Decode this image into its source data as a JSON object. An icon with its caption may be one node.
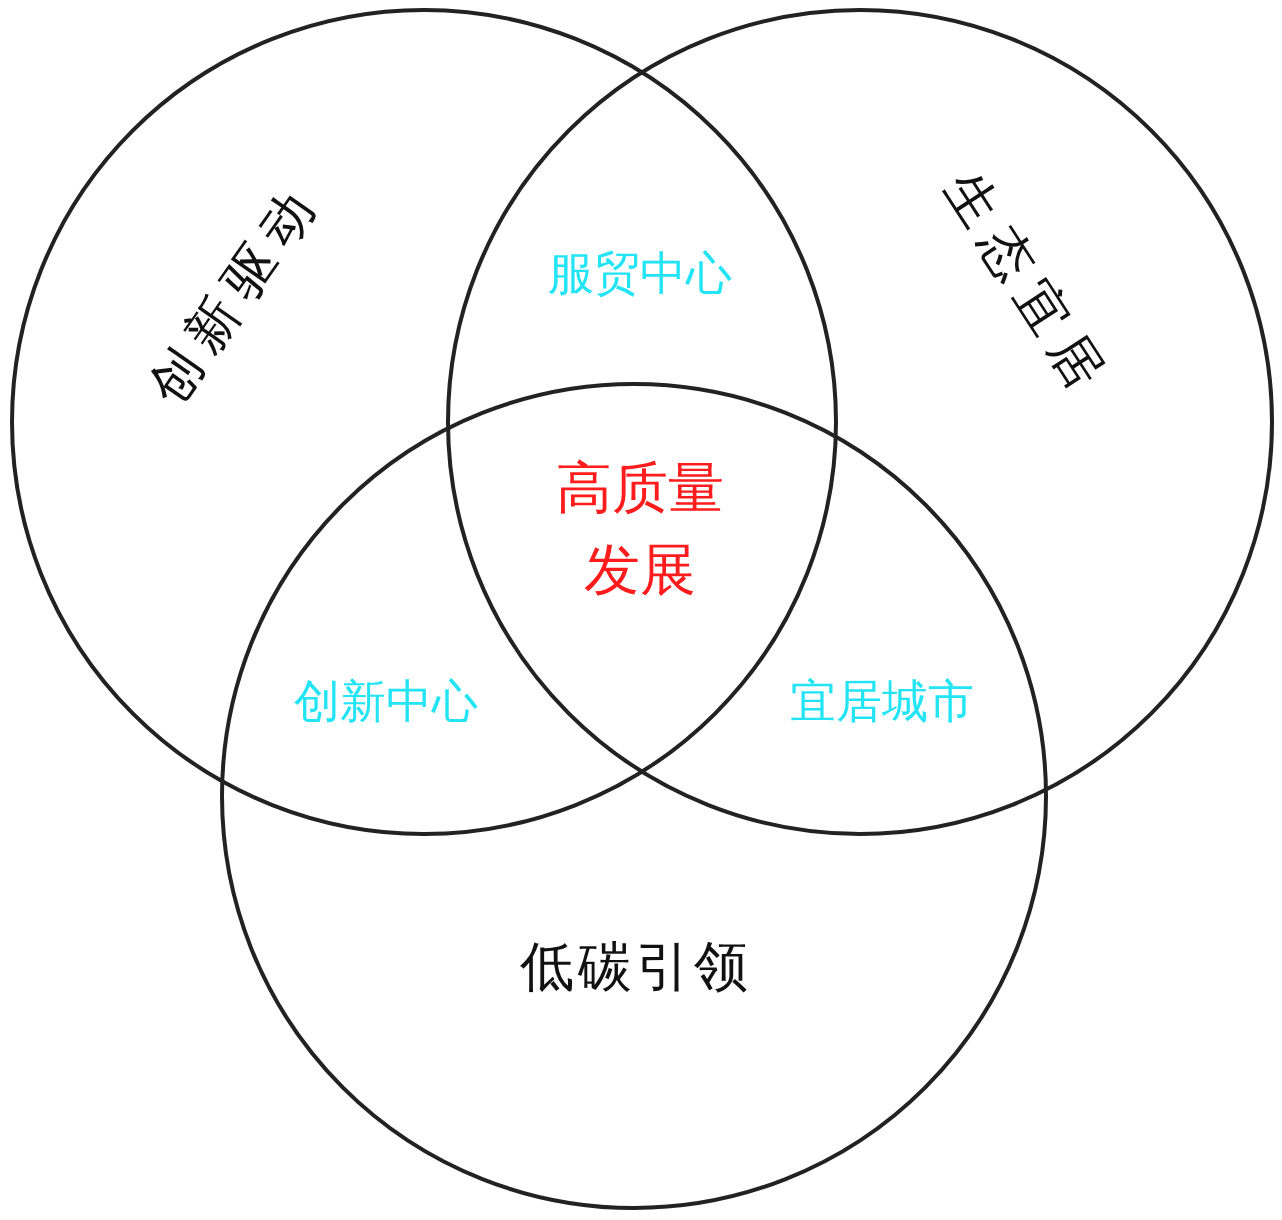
{
  "diagram": {
    "nodes": [
      {
        "text": [
          "创新驱动"
        ]
      },
      {
        "text": [
          "生态宜居"
        ]
      },
      {
        "text": [
          "低碳引领"
        ]
      }
    ],
    "labels": [
      "服贸中心",
      "高质量发展",
      "创新中心",
      "宜居城市"
    ]
  }
}
